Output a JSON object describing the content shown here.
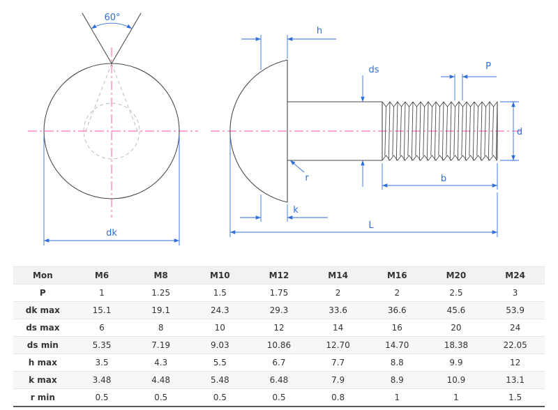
{
  "drawing": {
    "labels": {
      "angle": "60°",
      "dk": "dk",
      "h": "h",
      "ds": "ds",
      "p": "P",
      "d": "d",
      "r": "r",
      "b": "b",
      "k": "k",
      "l": "L"
    },
    "colors": {
      "dimension": "#2e6fd9",
      "centerline": "#ff4da6",
      "outline": "#4a4a4a",
      "hidden": "#b5b5b5"
    }
  },
  "table": {
    "columns": [
      "Mon",
      "M6",
      "M8",
      "M10",
      "M12",
      "M14",
      "M16",
      "M20",
      "M24"
    ],
    "rows": [
      {
        "label": "P",
        "values": [
          "1",
          "1.25",
          "1.5",
          "1.75",
          "2",
          "2",
          "2.5",
          "3"
        ]
      },
      {
        "label": "dk max",
        "values": [
          "15.1",
          "19.1",
          "24.3",
          "29.3",
          "33.6",
          "36.6",
          "45.6",
          "53.9"
        ]
      },
      {
        "label": "ds max",
        "values": [
          "6",
          "8",
          "10",
          "12",
          "14",
          "16",
          "20",
          "24"
        ]
      },
      {
        "label": "ds min",
        "values": [
          "5.35",
          "7.19",
          "9.03",
          "10.86",
          "12.70",
          "14.70",
          "18.38",
          "22.05"
        ]
      },
      {
        "label": "h max",
        "values": [
          "3.5",
          "4.3",
          "5.5",
          "6.7",
          "7.7",
          "8.8",
          "9.9",
          "12"
        ]
      },
      {
        "label": "k max",
        "values": [
          "3.48",
          "4.48",
          "5.48",
          "6.48",
          "7.9",
          "8.9",
          "10.9",
          "13.1"
        ]
      },
      {
        "label": "r min",
        "values": [
          "0.5",
          "0.5",
          "0.5",
          "0.5",
          "0.8",
          "1",
          "1",
          "1.5"
        ]
      }
    ]
  }
}
